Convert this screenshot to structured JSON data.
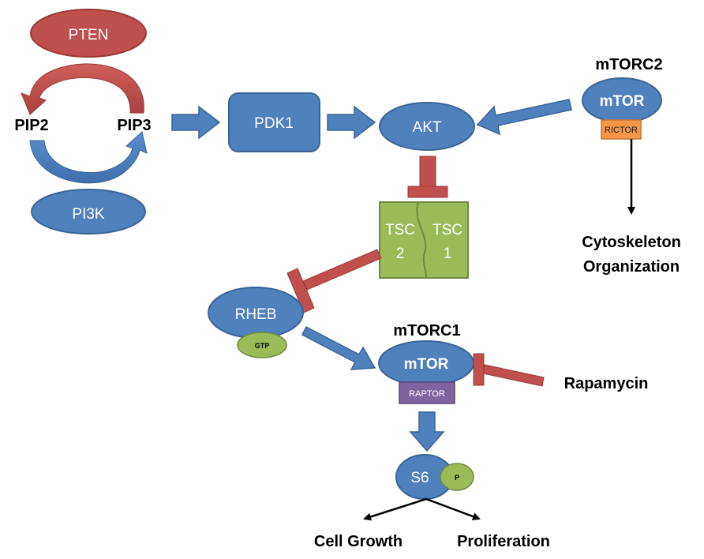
{
  "nodes": {
    "pten": "PTEN",
    "pi3k": "PI3K",
    "pip2": "PIP2",
    "pip3": "PIP3",
    "pdk1": "PDK1",
    "akt": "AKT",
    "tsc2_line1": "TSC",
    "tsc2_line2": "2",
    "tsc1_line1": "TSC",
    "tsc1_line2": "1",
    "rheb": "RHEB",
    "gtp": "GTP",
    "mtorc1_title": "mTORC1",
    "mtor1": "mTOR",
    "raptor": "RAPTOR",
    "mtorc2_title": "mTORC2",
    "mtor2": "mTOR",
    "rictor": "RICTOR",
    "s6": "S6",
    "phospho": "P",
    "rapamycin": "Rapamycin",
    "cytoskeleton_line1": "Cytoskeleton",
    "cytoskeleton_line2": "Organization",
    "cell_growth": "Cell Growth",
    "proliferation": "Proliferation"
  },
  "colors": {
    "blue_fill": "#4f81bd",
    "blue_stroke": "#3a6596",
    "red_fill": "#c0504d",
    "green_fill": "#9bbb59",
    "green_stroke": "#71893f",
    "orange_fill": "#f79646",
    "purple_fill": "#8064a2"
  }
}
